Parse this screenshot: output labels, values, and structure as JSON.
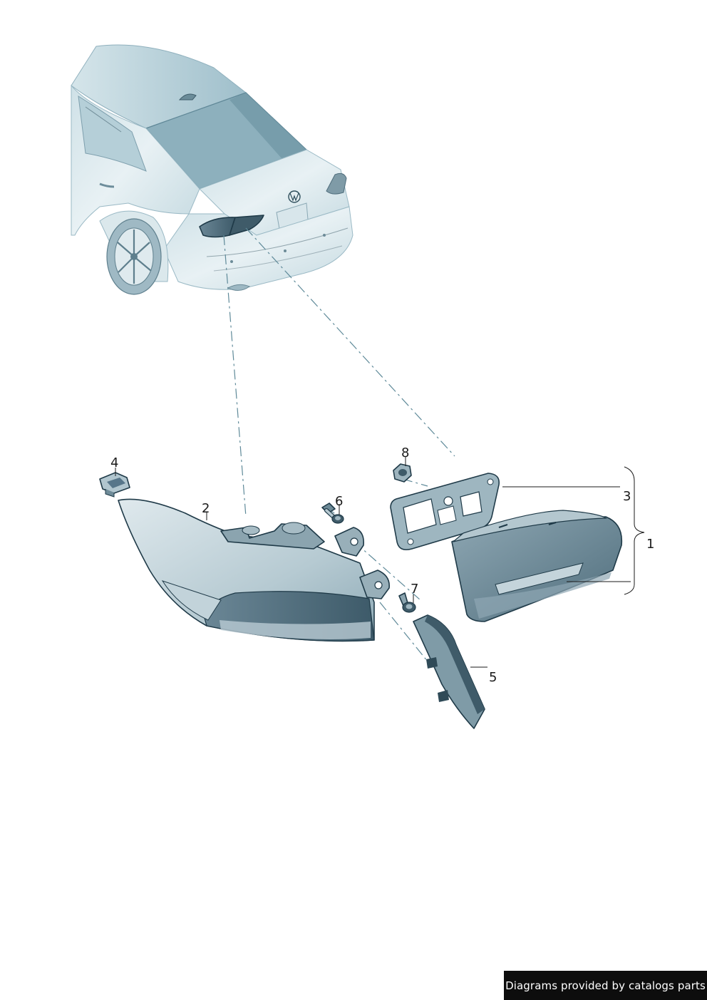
{
  "callouts": {
    "c1": "1",
    "c2": "2",
    "c3": "3",
    "c4": "4",
    "c5": "5",
    "c6": "6",
    "c7": "7",
    "c8": "8"
  },
  "footer": {
    "credit": "Diagrams provided by catalogs parts"
  },
  "colors": {
    "body_light": "#e6f0f3",
    "body_mid": "#b9d3dc",
    "part_light": "#b8ccd4",
    "part_dark": "#4e6d7c",
    "outline": "#1f3a48",
    "leader_dash": "#5f8a99",
    "footer_bg": "#0d0d0d"
  }
}
